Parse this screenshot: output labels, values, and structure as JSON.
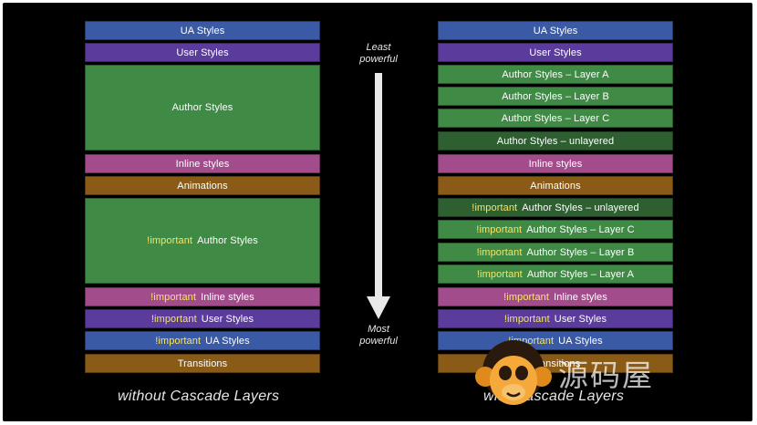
{
  "colors": {
    "ua": "#3a5aa6",
    "user": "#5b3b9c",
    "author": "#3f8a45",
    "author_unlayered": "#2d5f30",
    "inline": "#a24c8c",
    "animations": "#8a5b16",
    "transitions": "#8a5b16",
    "important_text": "#f5e56b"
  },
  "left": {
    "caption": "without Cascade Layers",
    "bars": [
      {
        "label": "UA Styles",
        "important": "",
        "kind": "ua"
      },
      {
        "label": "User Styles",
        "important": "",
        "kind": "user"
      },
      {
        "label": "Author Styles",
        "important": "",
        "kind": "author"
      },
      {
        "label": "Inline styles",
        "important": "",
        "kind": "inline"
      },
      {
        "label": "Animations",
        "important": "",
        "kind": "animations"
      },
      {
        "label": "Author Styles",
        "important": "!important",
        "kind": "author"
      },
      {
        "label": "Inline styles",
        "important": "!important",
        "kind": "inline"
      },
      {
        "label": "User Styles",
        "important": "!important",
        "kind": "user"
      },
      {
        "label": "UA Styles",
        "important": "!important",
        "kind": "ua"
      },
      {
        "label": "Transitions",
        "important": "",
        "kind": "transitions"
      }
    ]
  },
  "right": {
    "caption": "with Cascade Layers",
    "bars": [
      {
        "label": "UA Styles",
        "important": "",
        "kind": "ua"
      },
      {
        "label": "User Styles",
        "important": "",
        "kind": "user"
      },
      {
        "label": "Author Styles – Layer A",
        "important": "",
        "kind": "author"
      },
      {
        "label": "Author Styles – Layer B",
        "important": "",
        "kind": "author"
      },
      {
        "label": "Author Styles – Layer C",
        "important": "",
        "kind": "author"
      },
      {
        "label": "Author Styles – unlayered",
        "important": "",
        "kind": "author_unlayered"
      },
      {
        "label": "Inline styles",
        "important": "",
        "kind": "inline"
      },
      {
        "label": "Animations",
        "important": "",
        "kind": "animations"
      },
      {
        "label": "Author Styles – unlayered",
        "important": "!important",
        "kind": "author_unlayered"
      },
      {
        "label": "Author Styles – Layer C",
        "important": "!important",
        "kind": "author"
      },
      {
        "label": "Author Styles – Layer B",
        "important": "!important",
        "kind": "author"
      },
      {
        "label": "Author Styles – Layer A",
        "important": "!important",
        "kind": "author"
      },
      {
        "label": "Inline styles",
        "important": "!important",
        "kind": "inline"
      },
      {
        "label": "User Styles",
        "important": "!important",
        "kind": "user"
      },
      {
        "label": "UA Styles",
        "important": "!important",
        "kind": "ua"
      },
      {
        "label": "Transitions",
        "important": "",
        "kind": "transitions"
      }
    ]
  },
  "arrow": {
    "top_label_line1": "Least",
    "top_label_line2": "powerful",
    "bottom_label_line1": "Most",
    "bottom_label_line2": "powerful"
  },
  "watermark": {
    "text": "源码屋"
  }
}
